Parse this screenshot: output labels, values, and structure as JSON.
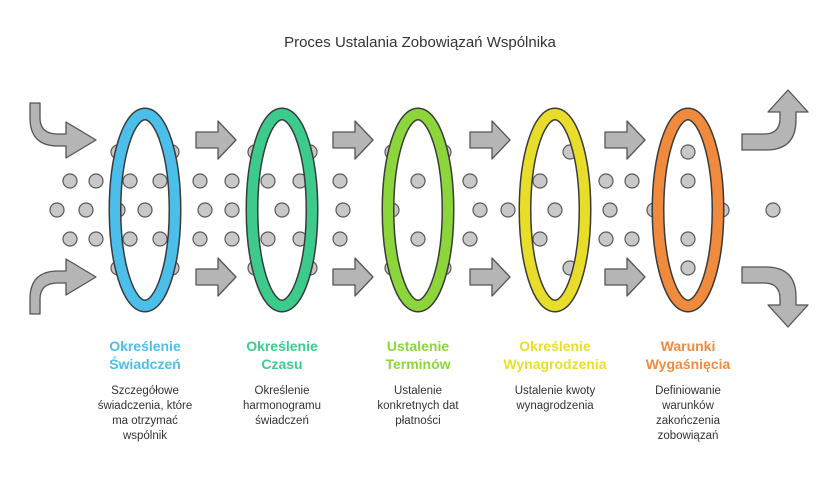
{
  "title": "Proces Ustalania Zobowiązań Wspólnika",
  "stages": [
    {
      "label_lines": [
        "Określenie",
        "Świadczeń"
      ],
      "desc_lines": [
        "Szczegółowe",
        "świadczenia, które",
        "ma otrzymać",
        "wspólnik"
      ],
      "color": "#4BBFEA"
    },
    {
      "label_lines": [
        "Określenie",
        "Czasu"
      ],
      "desc_lines": [
        "Określenie",
        "harmonogramu",
        "świadczeń"
      ],
      "color": "#3CCB8C"
    },
    {
      "label_lines": [
        "Ustalenie",
        "Terminów"
      ],
      "desc_lines": [
        "Ustalenie",
        "konkretnych dat",
        "płatności"
      ],
      "color": "#8CD53A"
    },
    {
      "label_lines": [
        "Określenie",
        "Wynagrodzenia"
      ],
      "desc_lines": [
        "Ustalenie kwoty",
        "wynagrodzenia"
      ],
      "color": "#E8DE2A"
    },
    {
      "label_lines": [
        "Warunki",
        "Wygaśnięcia"
      ],
      "desc_lines": [
        "Definiowanie",
        "warunków",
        "zakończenia",
        "zobowiązań"
      ],
      "color": "#F08A3C"
    }
  ],
  "colors": {
    "arrow_fill": "#B5B5B5",
    "arrow_stroke": "#555555",
    "dot_fill": "#C8C8C8",
    "dot_stroke": "#5A5A5A"
  }
}
